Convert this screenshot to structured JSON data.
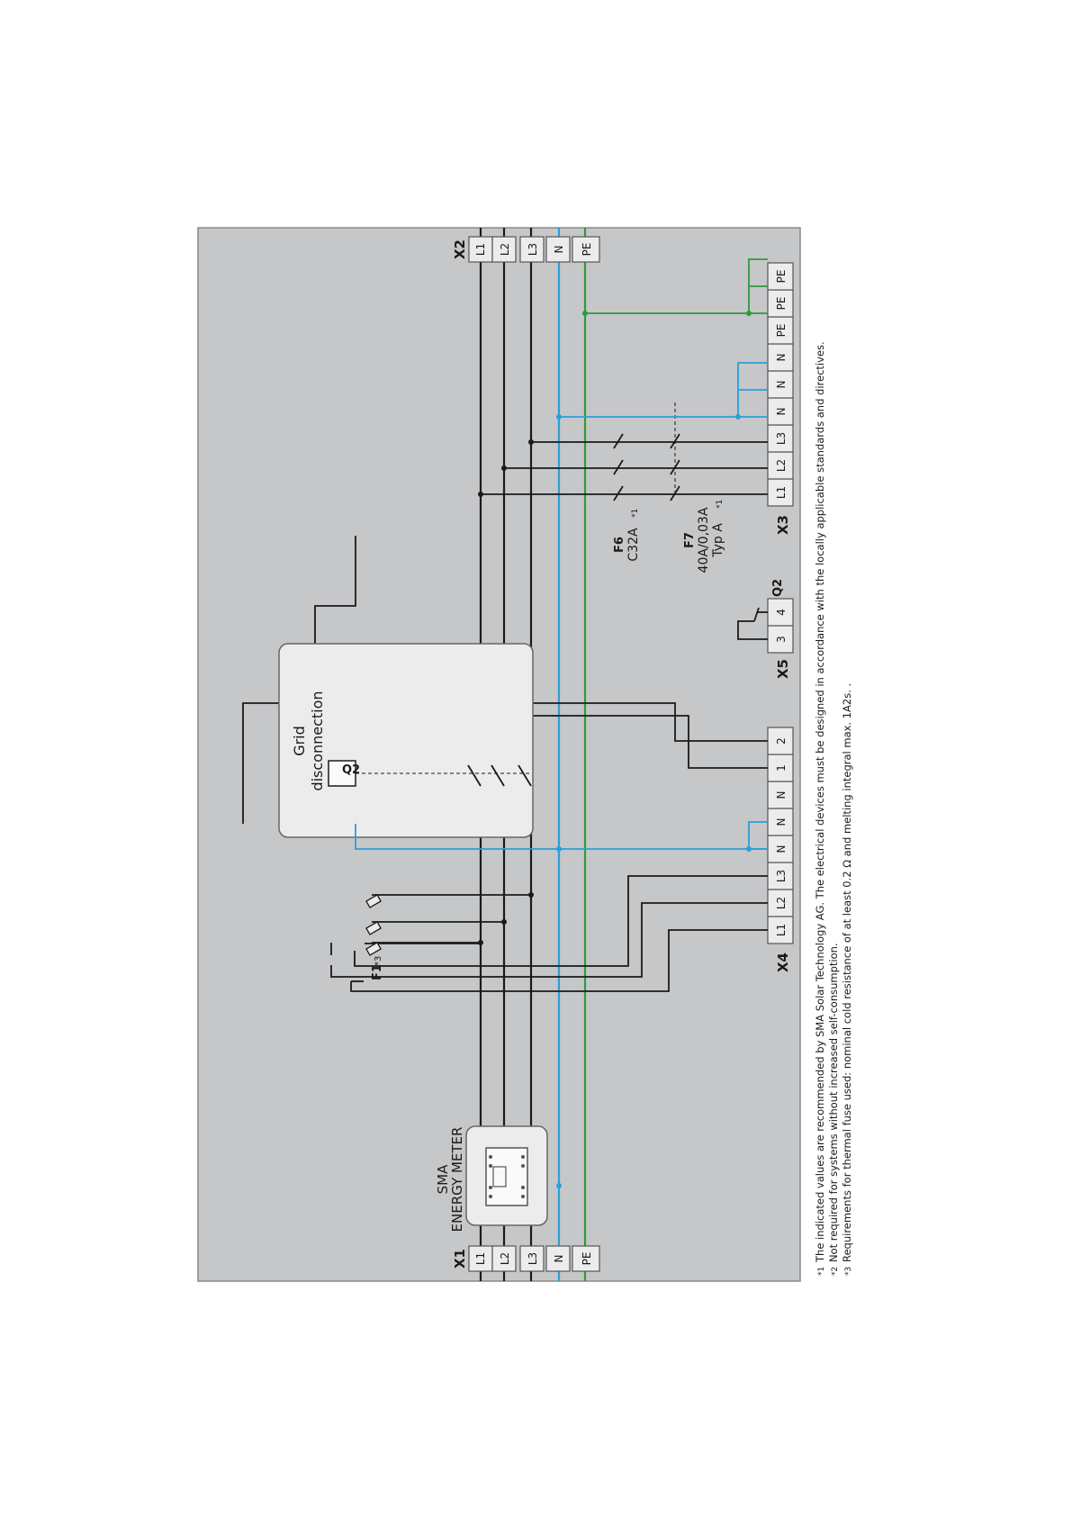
{
  "terminals": {
    "x1": {
      "name": "X1",
      "pins": [
        "L1",
        "L2",
        "L3",
        "N",
        "PE"
      ]
    },
    "x2": {
      "name": "X2",
      "pins": [
        "L1",
        "L2",
        "L3",
        "N",
        "PE"
      ]
    },
    "x3": {
      "name": "X3",
      "pins": [
        "L1",
        "L2",
        "L3",
        "N",
        "N",
        "N",
        "PE",
        "PE",
        "PE"
      ]
    },
    "x4": {
      "name": "X4",
      "pins": [
        "L1",
        "L2",
        "L3",
        "N",
        "N",
        "N",
        "1",
        "2"
      ]
    },
    "x5": {
      "name": "X5",
      "pins": [
        "3",
        "4"
      ]
    }
  },
  "devices": {
    "energy_meter": {
      "brand": "SMA",
      "label": "ENERGY METER"
    },
    "grid_disconnection": {
      "line1": "Grid",
      "line2": "disconnection",
      "relay": "Q2"
    },
    "relay_contact": {
      "name": "Q2"
    },
    "f1": {
      "name": "F1",
      "note": "*3"
    },
    "f6": {
      "name": "F6",
      "rating": "C32A",
      "note": "*1"
    },
    "f7": {
      "name": "F7",
      "rating": "40A/0,03A",
      "type": "Typ A",
      "note": "*1"
    }
  },
  "footnotes": [
    {
      "mark": "*1",
      "text": "The indicated values are recommended by SMA Solar Technology AG. The electrical devices must be designed in accordance with the locally applicable standards and directives."
    },
    {
      "mark": "*2",
      "text": "Not required for systems without increased self-consumption."
    },
    {
      "mark": "*3",
      "text": "Requirements for thermal fuse used: nominal cold resistance of at least 0.2 Ω and melting integral max. 1A2s. ."
    }
  ],
  "colors": {
    "phase": "#1a1a1a",
    "neutral": "#2b9fd9",
    "earth": "#2e9b3a",
    "panel": "#c6c7c9"
  }
}
